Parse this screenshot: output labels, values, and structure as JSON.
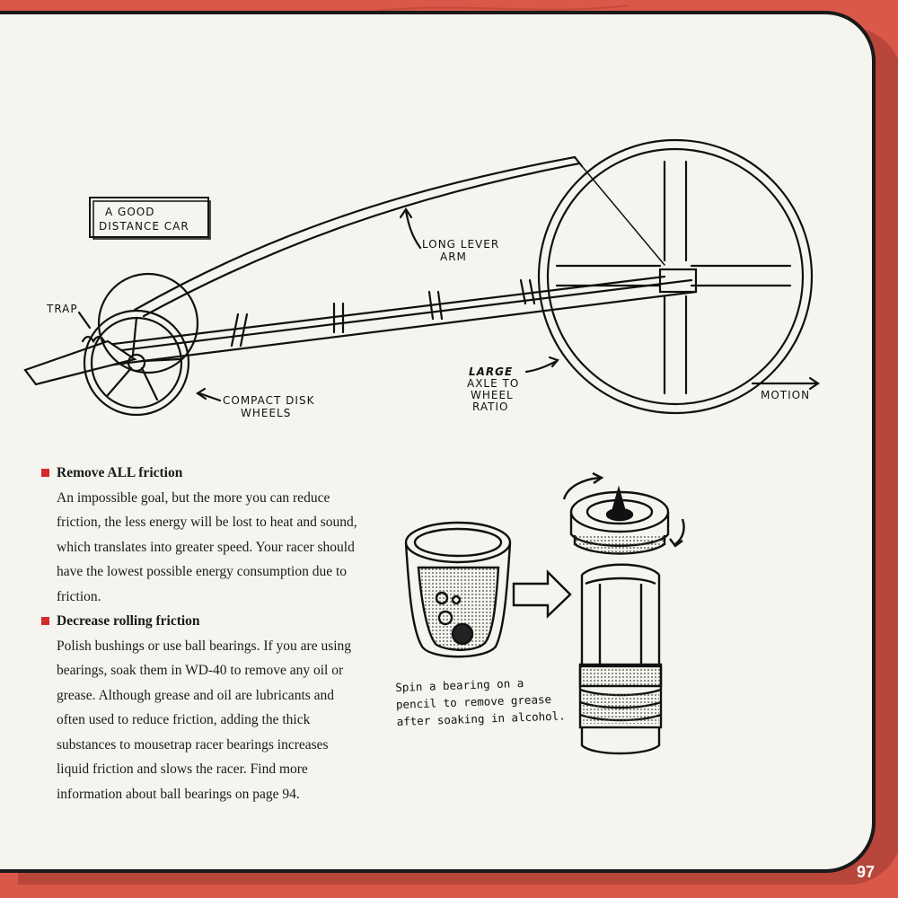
{
  "diagram": {
    "title_box": "A GOOD DISTANCE CAR",
    "labels": {
      "trap": "TRAP",
      "lever_arm": "LONG LEVER ARM",
      "wheels": "COMPACT DISK WHEELS",
      "axle_emphasis": "LARGE",
      "axle_rest": "AXLE TO WHEEL RATIO",
      "motion": "MOTION"
    }
  },
  "sections": [
    {
      "heading": "Remove ALL friction",
      "body": "An impossible goal, but the more you can reduce friction, the less energy will be lost to heat and sound, which translates into greater speed. Your racer should have the lowest possible energy consumption due to friction."
    },
    {
      "heading": "Decrease rolling friction",
      "body": "Polish bushings or use ball bearings. If you are using bearings, soak them in WD-40 to remove any oil or grease. Although grease and oil are lubricants and often used to reduce friction, adding the thick substances to mousetrap racer bearings increases liquid friction and slows the racer. Find more information about ball bearings on page 94."
    }
  ],
  "bearing_caption": "Spin a bearing on a pencil to remove grease after soaking in alcohol.",
  "page_number": "97",
  "colors": {
    "background": "#d9584a",
    "page": "#f5f4ee",
    "bullet": "#d42a2a"
  }
}
